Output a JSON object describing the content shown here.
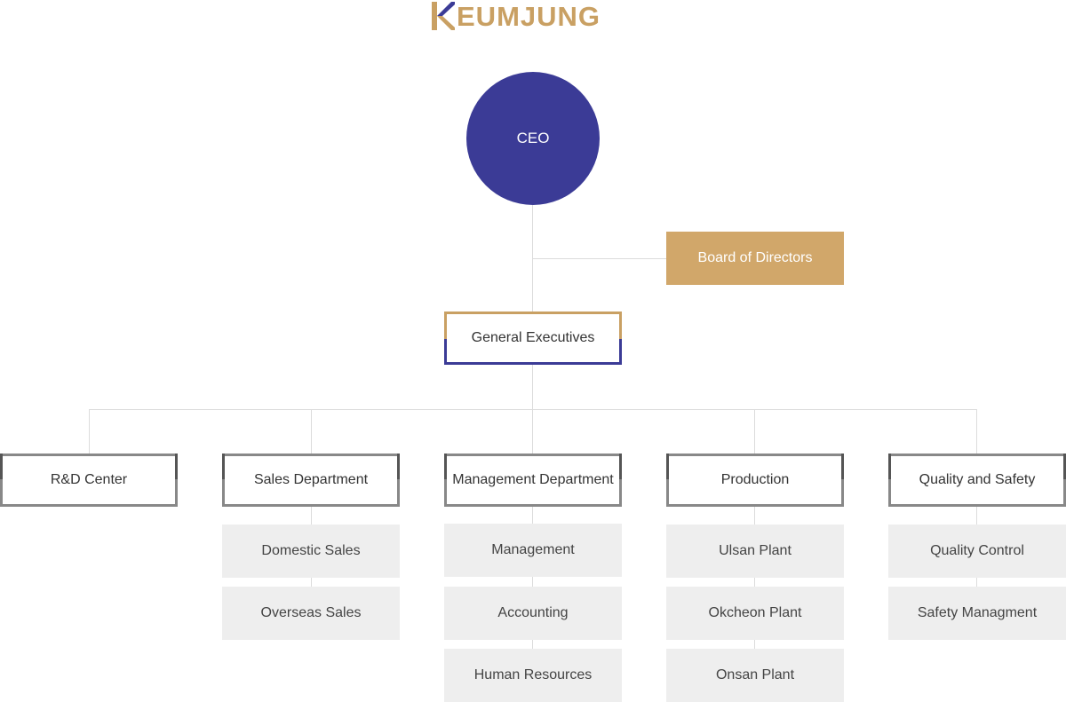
{
  "logo": {
    "text": "EUMJUNG"
  },
  "ceo": "CEO",
  "board": "Board of Directors",
  "general": "General Executives",
  "departments": [
    {
      "name": "R&D Center",
      "subs": []
    },
    {
      "name": "Sales Department",
      "subs": [
        "Domestic Sales",
        "Overseas Sales"
      ]
    },
    {
      "name": "Management Department",
      "subs": [
        "Management",
        "Accounting",
        "Human Resources"
      ]
    },
    {
      "name": "Production",
      "subs": [
        "Ulsan Plant",
        "Okcheon Plant",
        "Onsan Plant"
      ]
    },
    {
      "name": "Quality and Safety",
      "subs": [
        "Quality Control",
        "Safety Managment"
      ]
    }
  ],
  "colors": {
    "navy": "#3b3b96",
    "gold": "#d1a76a",
    "line": "#dcdcdc",
    "sub_bg": "#eeeeee"
  }
}
